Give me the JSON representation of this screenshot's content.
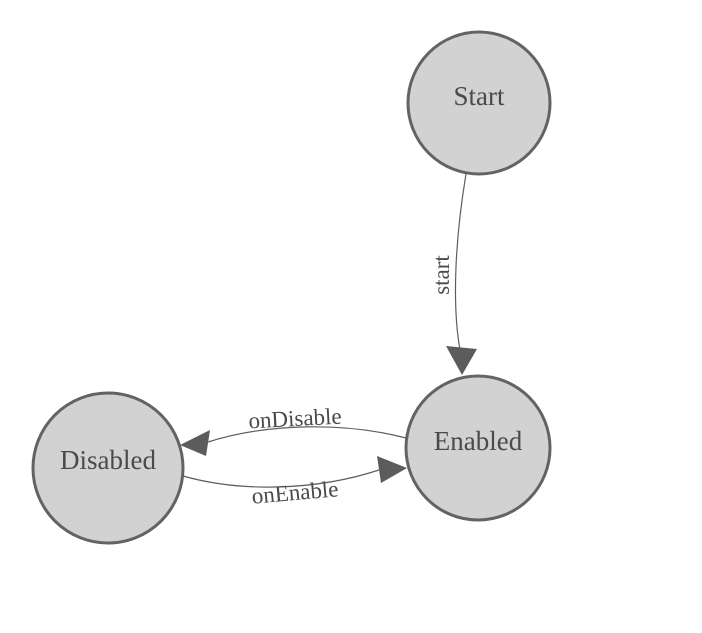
{
  "diagram": {
    "type": "finite-state-machine",
    "background": "#ffffff",
    "states": [
      {
        "id": "start",
        "label": "Start"
      },
      {
        "id": "enabled",
        "label": "Enabled"
      },
      {
        "id": "disabled",
        "label": "Disabled"
      }
    ],
    "transitions": [
      {
        "from": "Start",
        "to": "Enabled",
        "label": "start"
      },
      {
        "from": "Enabled",
        "to": "Disabled",
        "label": "onDisable"
      },
      {
        "from": "Disabled",
        "to": "Enabled",
        "label": "onEnable"
      }
    ],
    "colors": {
      "state_fill": "#d2d2d2",
      "state_stroke": "#636363",
      "edge_stroke": "#5e5e5e",
      "arrowhead_fill": "#5c5c5c",
      "label_text": "#4a4a4a"
    }
  }
}
